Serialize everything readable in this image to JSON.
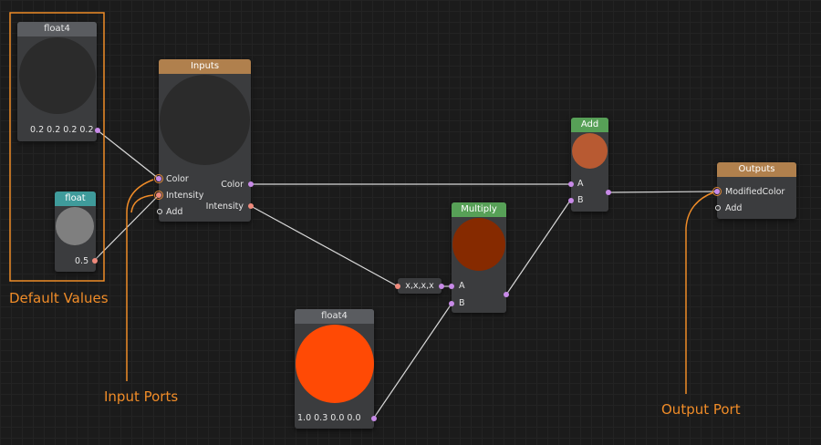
{
  "colors": {
    "wire": "#d8d8d8",
    "annotation": "#f08c28",
    "port_vector": "#c88ae8",
    "port_scalar": "#ef8a7c"
  },
  "nodes": {
    "float4_top": {
      "title": "float4",
      "value": "0.2 0.2 0.2 0.2",
      "swatch": "#2b2b2b"
    },
    "float_small": {
      "title": "float",
      "value": "0.5",
      "swatch": "#7f7f7f"
    },
    "inputs": {
      "title": "Inputs",
      "in_ports": [
        "Color",
        "Intensity",
        "Add"
      ],
      "out_ports": [
        "Color",
        "Intensity"
      ],
      "swatch": "#2b2b2b"
    },
    "swizzle": {
      "label": "x,x,x,x"
    },
    "multiply": {
      "title": "Multiply",
      "ports": [
        "A",
        "B"
      ],
      "swatch": "#862a00"
    },
    "add": {
      "title": "Add",
      "ports": [
        "A",
        "B"
      ],
      "swatch": "#b85a32"
    },
    "float4_bottom": {
      "title": "float4",
      "value": "1.0 0.3 0.0 0.0",
      "swatch": "#ff4a05"
    },
    "outputs": {
      "title": "Outputs",
      "ports": [
        "ModifiedColor",
        "Add"
      ]
    }
  },
  "annotations": {
    "default_values": "Default Values",
    "input_ports": "Input Ports",
    "output_port": "Output Port"
  }
}
